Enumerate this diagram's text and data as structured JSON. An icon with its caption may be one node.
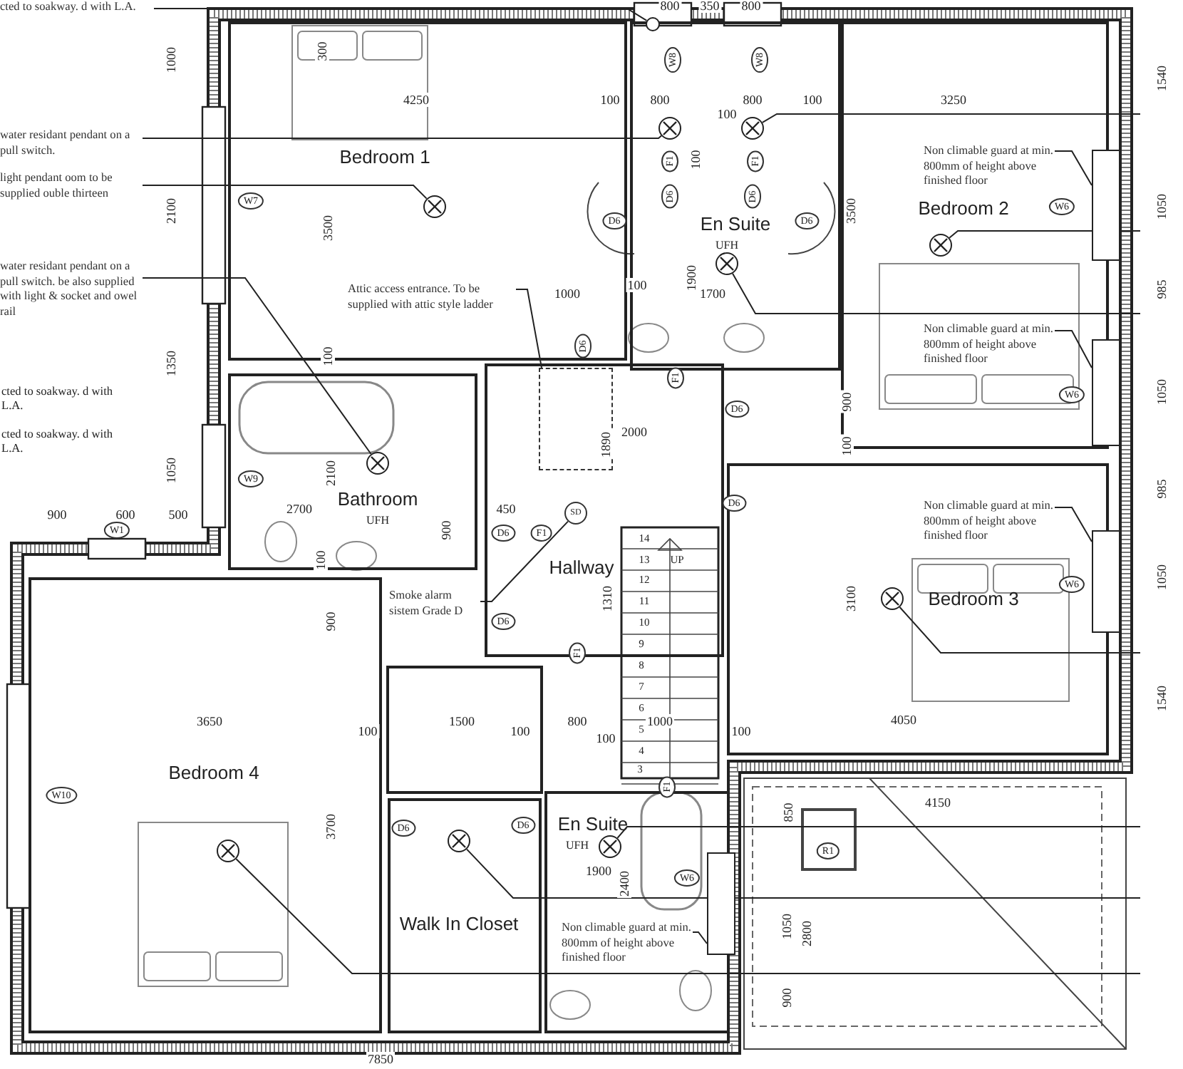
{
  "diagram": {
    "nodes": [
      {
        "text": [
          "Bedroom 1"
        ]
      },
      {
        "text": [
          "En Suite",
          "UFH"
        ]
      },
      {
        "text": [
          "Bedroom 2"
        ]
      },
      {
        "text": [
          "Bathroom",
          "UFH"
        ]
      },
      {
        "text": [
          "Hallway"
        ]
      },
      {
        "text": [
          "Bedroom 3"
        ]
      },
      {
        "text": [
          "Bedroom 4"
        ]
      },
      {
        "text": [
          "Walk In Closet"
        ]
      },
      {
        "text": [
          "En Suite",
          "UFH"
        ]
      },
      {
        "text": [
          "cted to soakway. d with L.A."
        ]
      },
      {
        "text": [],
        "shape": "circle"
      },
      {
        "text": [
          "water residant pendant on a pull switch."
        ]
      },
      {
        "text": [],
        "shape": "circle",
        "in": 1
      },
      {
        "text": [],
        "shape": "circle",
        "in": 1
      },
      {
        "text": [],
        "shape": "circle",
        "in": 1
      },
      {
        "text": [
          "light pendant oom to be supplied ouble thirteen"
        ]
      },
      {
        "text": [],
        "shape": "circle",
        "in": 0
      },
      {
        "text": [
          "water residant pendant on a pull switch. be also supplied with light & socket and owel rail"
        ]
      },
      {
        "text": [],
        "shape": "circle",
        "in": 3
      },
      {
        "text": [],
        "shape": "circle",
        "in": 2
      },
      {
        "text": [
          "Attic access entrance. To be supplied with attic style ladder"
        ],
        "in": 0
      },
      {
        "text": [],
        "shape": "box",
        "in": 4
      },
      {
        "text": [
          "Smoke alarm sistem Grade D"
        ]
      },
      {
        "text": [
          "SD"
        ],
        "in": 4
      },
      {
        "text": [],
        "shape": "circle",
        "in": 5
      },
      {
        "text": [],
        "shape": "circle",
        "in": 6
      },
      {
        "text": [],
        "shape": "circle",
        "in": 7
      },
      {
        "text": [],
        "shape": "circle",
        "in": 8
      },
      {
        "text": [
          "Non climable guard at min. 800mm of height above finished floor"
        ],
        "in": 2
      },
      {
        "text": [],
        "shape": "box"
      },
      {
        "text": [
          "Non climable guard at min. 800mm of height above finished floor"
        ],
        "in": 2
      },
      {
        "text": [],
        "shape": "box"
      },
      {
        "text": [
          "Non climable guard at min. 800mm of height above finished floor"
        ],
        "in": 5
      },
      {
        "text": [],
        "shape": "box"
      },
      {
        "text": [
          "Non climable guard at min. 800mm of height above finished floor"
        ],
        "in": 8
      },
      {
        "text": [],
        "shape": "box"
      }
    ],
    "edges": [
      {
        "from": 9,
        "to": 10,
        "arrow": "none"
      },
      {
        "from": 11,
        "to": 12,
        "arrow": "none"
      },
      {
        "from": 13,
        "to": null,
        "arrow": "none"
      },
      {
        "from": 14,
        "to": null,
        "arrow": "none"
      },
      {
        "from": 15,
        "to": 16,
        "arrow": "none"
      },
      {
        "from": 17,
        "to": 18,
        "arrow": "none"
      },
      {
        "from": 19,
        "to": null,
        "arrow": "none"
      },
      {
        "from": 20,
        "to": 21,
        "arrow": "none"
      },
      {
        "from": 22,
        "to": 23,
        "arrow": "none"
      },
      {
        "from": 24,
        "to": null,
        "arrow": "none"
      },
      {
        "from": 25,
        "to": null,
        "arrow": "none"
      },
      {
        "from": 26,
        "to": null,
        "arrow": "none"
      },
      {
        "from": 27,
        "to": null,
        "arrow": "none"
      },
      {
        "from": 28,
        "to": 29,
        "arrow": "none"
      },
      {
        "from": 30,
        "to": 31,
        "arrow": "none"
      },
      {
        "from": 32,
        "to": 33,
        "arrow": "none"
      },
      {
        "from": 34,
        "to": 35,
        "arrow": "none"
      }
    ],
    "labels": [
      "800",
      "350",
      "800",
      "1000",
      "300",
      "W8",
      "W8",
      "1540",
      "4250",
      "100",
      "800",
      "800",
      "100",
      "3250",
      "100",
      "F1",
      "100",
      "F1",
      "2100",
      "W7",
      "3500",
      "D6",
      "D6",
      "D6",
      "D6",
      "3500",
      "W6",
      "1050",
      "1000",
      "100",
      "1900",
      "1700",
      "985",
      "1350",
      "100",
      "D6",
      "cted to soakway. d with L.A.",
      "F1",
      "D6",
      "900",
      "W6",
      "1050",
      "cted to soakway. d with L.A.",
      "1890",
      "2000",
      "100",
      "1050",
      "W9",
      "2100",
      "985",
      "900",
      "600",
      "500",
      "2700",
      "450",
      "D6",
      "W1",
      "900",
      "D6",
      "F1",
      "14",
      "100",
      "13",
      "UP",
      "12",
      "W6",
      "1050",
      "1310",
      "11",
      "3100",
      "900",
      "D6",
      "10",
      "F1",
      "9",
      "8",
      "7",
      "1540",
      "6",
      "3650",
      "100",
      "1500",
      "100",
      "800",
      "100",
      "5",
      "1000",
      "100",
      "4050",
      "4",
      "W10",
      "3",
      "F1",
      "3700",
      "D6",
      "D6",
      "850",
      "4150",
      "R1",
      "1900",
      "2400",
      "W6",
      "1050",
      "2800",
      "900",
      "7850"
    ]
  }
}
